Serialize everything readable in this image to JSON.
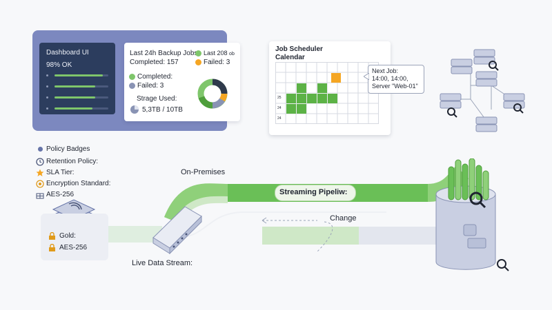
{
  "dashboard": {
    "panel_title": "Dashboard UI",
    "status": "98% OK",
    "bars": [
      0.9,
      0.75,
      0.75,
      0.7
    ],
    "jobs_title": "Last 24h Backup Jobs:",
    "completed_top": "Completed: 157",
    "legend_last": "Last 208",
    "legend_last_suffix": "ob",
    "legend_failed": "Failed: 3",
    "completed_label": "Completed:",
    "failed_label": "Failed: 3",
    "storage_label": "Strage Used:",
    "storage_value": "5,3TB / 10TB",
    "storage_fraction": 0.53
  },
  "scheduler": {
    "title_line1": "Job Scheduler",
    "title_line2": "Calendar",
    "week_numbers": [
      "25",
      "24",
      "24"
    ],
    "tooltip_line1": "Next Job:",
    "tooltip_line2": "14:00, 14:00,",
    "tooltip_line3": "Server \"Web-01\""
  },
  "policy": {
    "header": "Policy Badges",
    "retention": "Retention Policy:",
    "sla": "SLA Tier:",
    "encryption": "Encryption Standard:",
    "aes_top": "AES-256",
    "gold": "Gold:",
    "aes_bottom": "AES-256"
  },
  "flow": {
    "on_premises": "On-Premises",
    "streaming": "Streaming Pipeliw:",
    "change": "Change",
    "live_stream": "Live Data Stream:"
  },
  "colors": {
    "green": "#7fc66b",
    "green_dark": "#4f9e3c",
    "orange": "#f5a623",
    "slate": "#8993b4",
    "navy": "#2c3d5e"
  }
}
